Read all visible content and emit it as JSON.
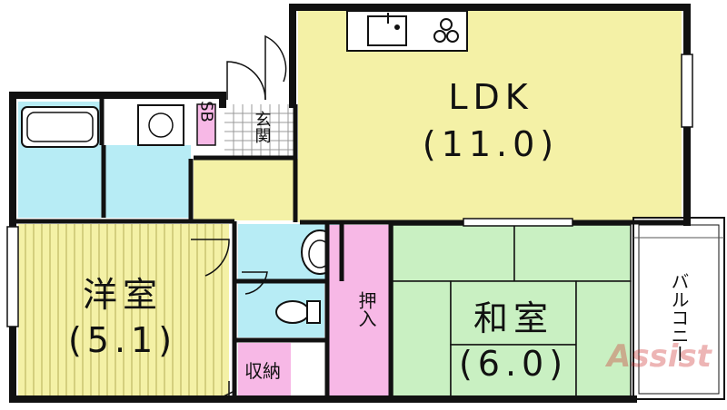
{
  "rooms": {
    "ldk": {
      "name": "LDK",
      "size": "(11.0)"
    },
    "western": {
      "name": "洋室",
      "size": "(5.1)"
    },
    "japanese": {
      "name": "和室",
      "size": "(6.0)"
    },
    "oshiire": {
      "name": "押入"
    },
    "closet": {
      "name": "収納"
    },
    "entrance": {
      "name": "玄関"
    },
    "shoe_box": {
      "name": "SB"
    },
    "balcony": {
      "name": "バルコニー"
    }
  },
  "watermark": {
    "text": "Assist"
  },
  "colors": {
    "ldk": "#f4f1a6",
    "western": "#f4f1a6",
    "japanese": "#c9f0c2",
    "wet": "#b7ecf5",
    "storage": "#f7b8e6",
    "wall": "#111111",
    "balcony": "#ffffff"
  }
}
